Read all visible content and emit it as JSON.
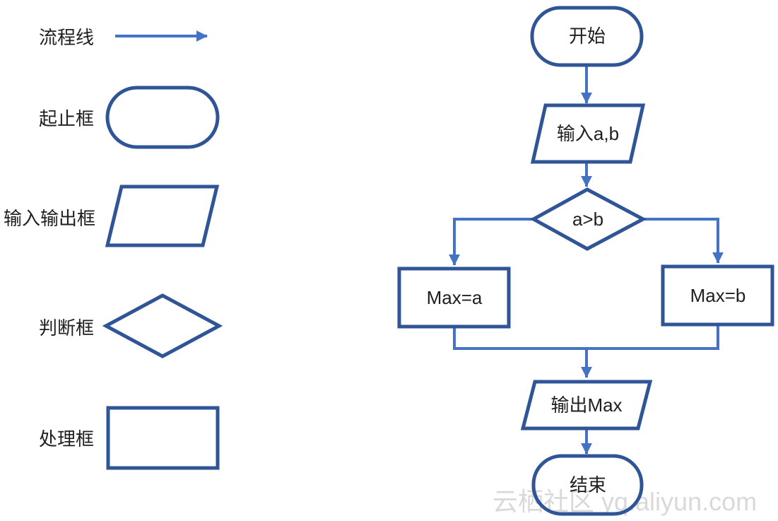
{
  "colors": {
    "shape_border": "#2f5597",
    "connector": "#4472c4",
    "text": "#1f1f1f",
    "watermark": "#d5d5d5",
    "background": "#ffffff"
  },
  "legend": {
    "items": [
      {
        "label": "流程线",
        "shape": "flow-line-arrow"
      },
      {
        "label": "起止框",
        "shape": "stadium"
      },
      {
        "label": "输入输出框",
        "shape": "parallelogram"
      },
      {
        "label": "判断框",
        "shape": "diamond"
      },
      {
        "label": "处理框",
        "shape": "rectangle"
      }
    ]
  },
  "flowchart": {
    "nodes": [
      {
        "id": "start",
        "type": "stadium",
        "label": "开始"
      },
      {
        "id": "input",
        "type": "parallelogram",
        "label": "输入a,b"
      },
      {
        "id": "decision",
        "type": "diamond",
        "label": "a>b"
      },
      {
        "id": "branch-left",
        "type": "rectangle",
        "label": "Max=a"
      },
      {
        "id": "branch-right",
        "type": "rectangle",
        "label": "Max=b"
      },
      {
        "id": "output",
        "type": "parallelogram",
        "label": "输出Max"
      },
      {
        "id": "end",
        "type": "stadium",
        "label": "结束"
      }
    ]
  },
  "watermark": {
    "text": "云栖社区 yq.aliyun.com"
  }
}
